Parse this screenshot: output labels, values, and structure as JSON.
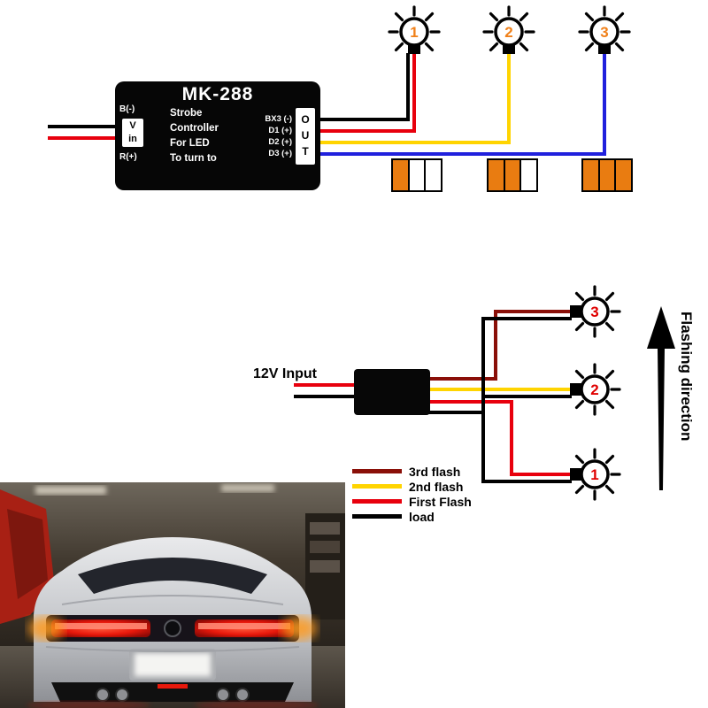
{
  "colors": {
    "wire_black": "#000000",
    "wire_red": "#e8000d",
    "wire_yellow": "#ffd400",
    "wire_blue": "#2020dd",
    "wire_dark_red": "#8a0f08",
    "bulb_number_orange": "#f08019",
    "bulb_number_red": "#e00000"
  },
  "top_diagram": {
    "controller": {
      "title": "MK-288",
      "left_terminal_top": "B(-)",
      "vin_label": [
        "V",
        "in"
      ],
      "left_terminal_bottom": "R(+)",
      "body_lines": [
        "Strobe",
        "Controller",
        "For LED",
        "To turn to"
      ],
      "output_terminals": [
        "BX3 (-)",
        "D1 (+)",
        "D2 (+)",
        "D3 (+)"
      ],
      "out_label": [
        "O",
        "U",
        "T"
      ]
    },
    "bulb_numbers": [
      "1",
      "2",
      "3"
    ],
    "indicator_cells": [
      [
        "#e97c11",
        "#ffffff",
        "#ffffff"
      ],
      [
        "#e97c11",
        "#e97c11",
        "#ffffff"
      ],
      [
        "#e97c11",
        "#e97c11",
        "#e97c11"
      ]
    ]
  },
  "middle_diagram": {
    "input_label": "12V Input",
    "bulb_numbers": [
      "3",
      "2",
      "1"
    ],
    "direction_label": "Flashing direction",
    "legend": [
      {
        "label": "3rd flash",
        "color": "#8a0f08"
      },
      {
        "label": "2nd flash",
        "color": "#ffd400"
      },
      {
        "label": "First Flash",
        "color": "#e8000d"
      },
      {
        "label": "load",
        "color": "#000000"
      }
    ]
  },
  "photo": {
    "alt": "Rear view of a silver Mustang in a garage with sequential LED taillights lit"
  }
}
